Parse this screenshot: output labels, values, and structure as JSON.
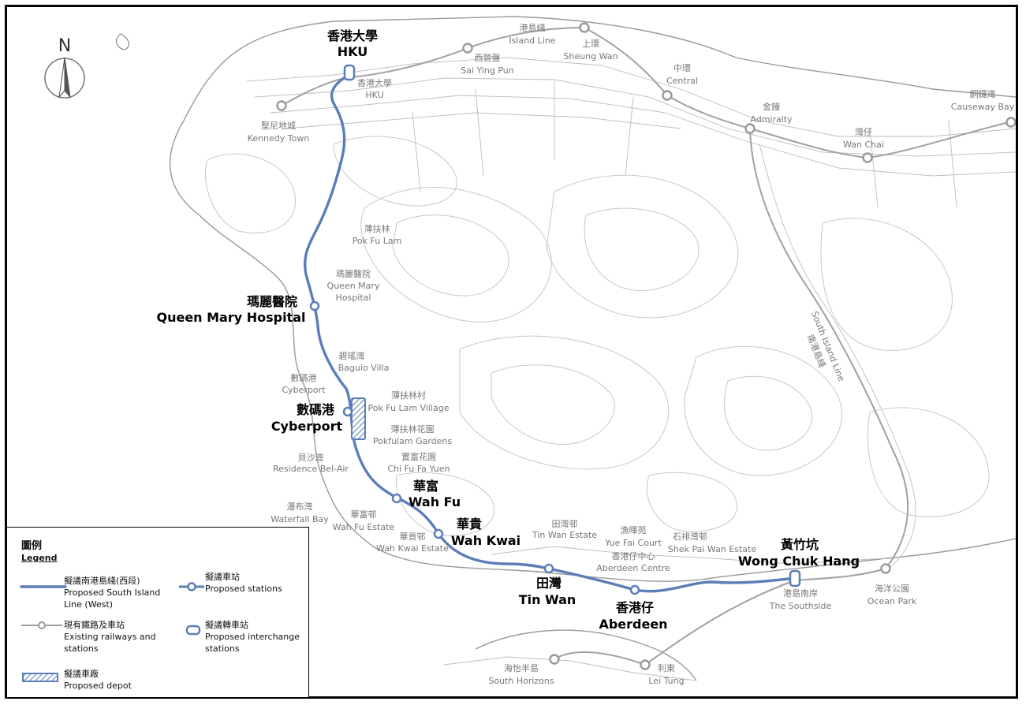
{
  "compass": {
    "label": "N"
  },
  "proposed_stations": [
    {
      "zh": "香港大學",
      "en": "HKU"
    },
    {
      "zh": "瑪麗醫院",
      "en": "Queen Mary Hospital"
    },
    {
      "zh": "數碼港",
      "en": "Cyberport"
    },
    {
      "zh": "華富",
      "en": "Wah Fu"
    },
    {
      "zh": "華貴",
      "en": "Wah Kwai"
    },
    {
      "zh": "田灣",
      "en": "Tin Wan"
    },
    {
      "zh": "香港仔",
      "en": "Aberdeen"
    },
    {
      "zh": "黃竹坑",
      "en": "Wong Chuk Hang"
    }
  ],
  "existing_stations": [
    {
      "zh": "堅尼地城",
      "en": "Kennedy Town"
    },
    {
      "zh": "香港大學",
      "en": "HKU"
    },
    {
      "zh": "西營盤",
      "en": "Sai Ying Pun"
    },
    {
      "zh": "上環",
      "en": "Sheung Wan"
    },
    {
      "zh": "中環",
      "en": "Central"
    },
    {
      "zh": "金鐘",
      "en": "Admiralty"
    },
    {
      "zh": "灣仔",
      "en": "Wan Chai"
    },
    {
      "zh": "銅鑼灣",
      "en": "Causeway Bay"
    },
    {
      "zh": "海洋公園",
      "en": "Ocean Park"
    },
    {
      "zh": "海怡半島",
      "en": "South Horizons"
    },
    {
      "zh": "利東",
      "en": "Lei Tung"
    },
    {
      "zh": "港島南岸",
      "en": "The Southside"
    }
  ],
  "line_labels": {
    "island_line_zh": "港島綫",
    "island_line_en": "Island Line",
    "south_island_zh": "南港島綫",
    "south_island_en": "South Island Line"
  },
  "places": [
    {
      "zh": "薄扶林",
      "en": "Pok Fu Lam"
    },
    {
      "zh": "瑪麗醫院",
      "en1": "Queen Mary",
      "en2": "Hospital"
    },
    {
      "zh": "碧瑤灣",
      "en": "Baguio Villa"
    },
    {
      "zh": "數碼港",
      "en": "Cyberport"
    },
    {
      "zh": "薄扶林村",
      "en": "Pok Fu Lam Village"
    },
    {
      "zh": "薄扶林花園",
      "en": "Pokfulam Gardens"
    },
    {
      "zh": "置富花園",
      "en": "Chi Fu Fa Yuen"
    },
    {
      "zh": "貝沙灣",
      "en": "Residence Bel-Air"
    },
    {
      "zh": "瀑布灣",
      "en": "Waterfall Bay"
    },
    {
      "zh": "華富邨",
      "en": "Wah Fu Estate"
    },
    {
      "zh": "華貴邨",
      "en": "Wah Kwai Estate"
    },
    {
      "zh": "田灣邨",
      "en": "Tin Wan Estate"
    },
    {
      "zh": "漁暉苑",
      "en": "Yue Fai Court"
    },
    {
      "zh": "香港仔中心",
      "en": "Aberdeen Centre"
    },
    {
      "zh": "石排灣邨",
      "en": "Shek Pai Wan Estate"
    }
  ],
  "legend": {
    "title": "圖例",
    "subtitle": "Legend",
    "items": [
      {
        "zh": "擬議南港島綫(西段)",
        "en1": "Proposed South Island",
        "en2": "Line (West)"
      },
      {
        "zh": "擬議車站",
        "en1": "Proposed stations"
      },
      {
        "zh": "現有鐵路及車站",
        "en1": "Existing railways and",
        "en2": "stations"
      },
      {
        "zh": "擬議轉車站",
        "en1": "Proposed interchange",
        "en2": "stations"
      },
      {
        "zh": "擬議車廠",
        "en1": "Proposed depot"
      }
    ]
  },
  "colors": {
    "proposed_line": "#5b7db8",
    "existing_line": "#a0a0a0",
    "terrain": "#c8c8c8"
  }
}
